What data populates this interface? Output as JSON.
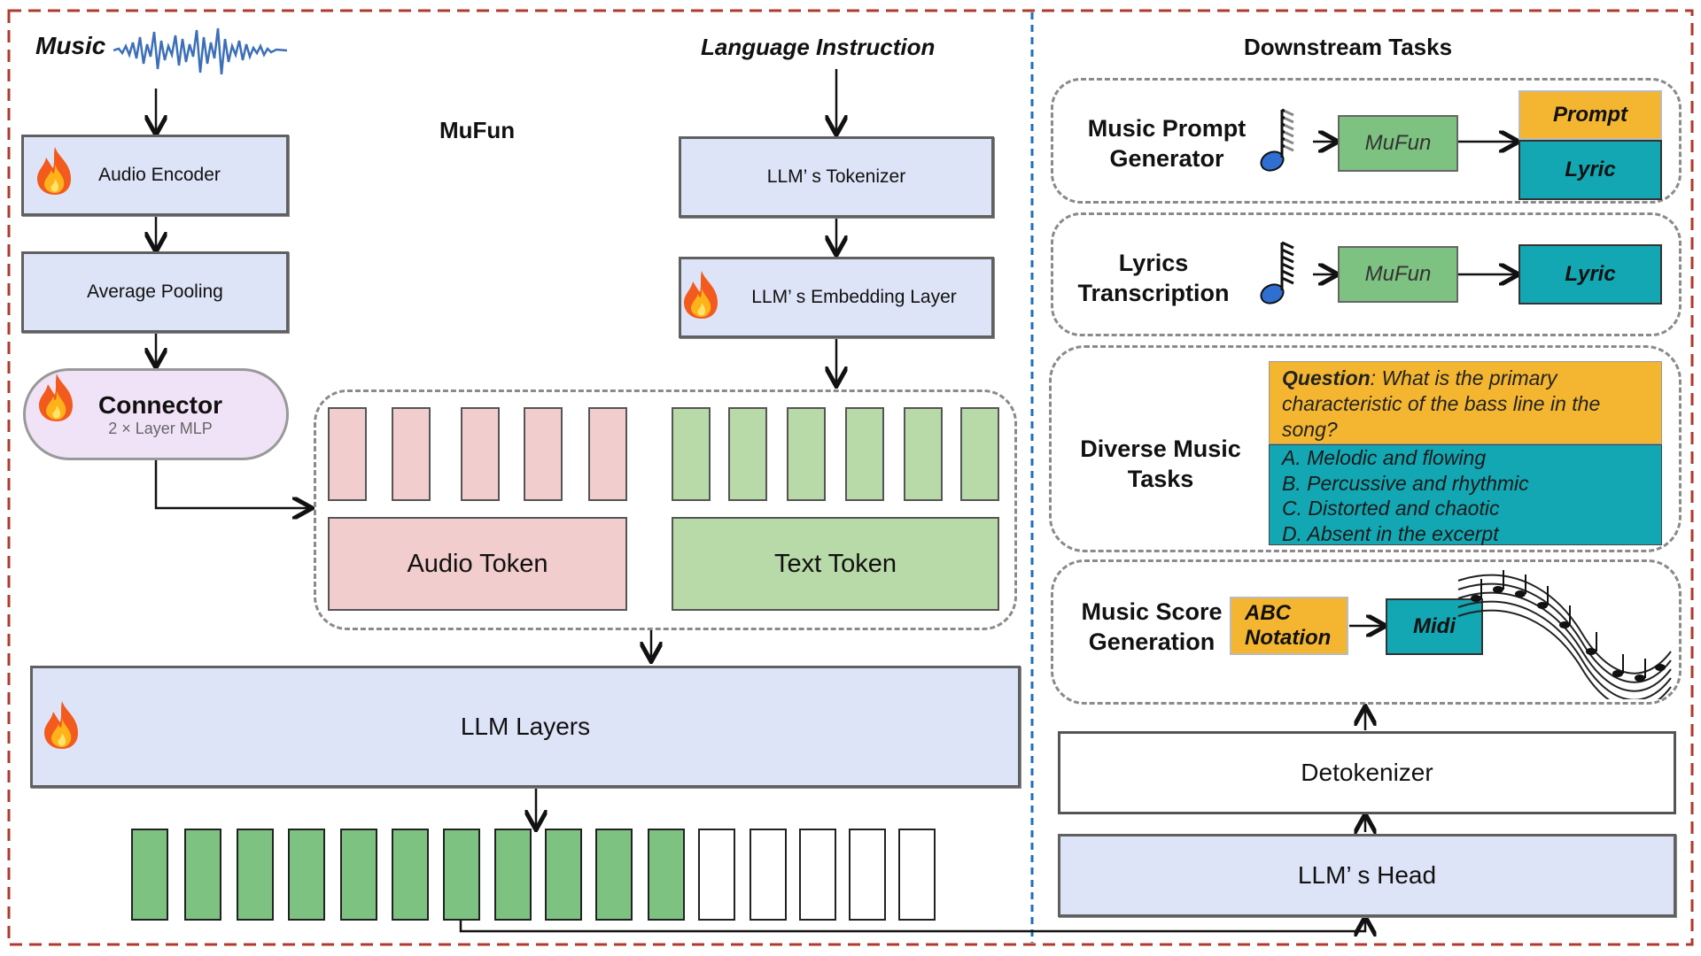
{
  "header": {
    "music": "Music",
    "language_instruction": "Language Instruction",
    "mufun": "MuFun",
    "downstream_tasks": "Downstream Tasks"
  },
  "encoder": {
    "audio_encoder": "Audio Encoder",
    "average_pooling": "Average Pooling",
    "connector": "Connector",
    "connector_sub": "2 × Layer MLP"
  },
  "text_path": {
    "tokenizer": "LLM’ s Tokenizer",
    "embedding": "LLM’ s Embedding Layer"
  },
  "tokens": {
    "audio_token": "Audio Token",
    "text_token": "Text Token",
    "audio_count": 5,
    "text_count": 6
  },
  "llm": {
    "layers": "LLM Layers",
    "detokenizer": "Detokenizer",
    "head": "LLM’ s Head",
    "output_filled": 11,
    "output_empty": 5
  },
  "tasks": {
    "prompt_generator": {
      "label": "Music Prompt Generator",
      "model": "MuFun",
      "out1": "Prompt",
      "out2": "Lyric"
    },
    "lyrics": {
      "label": "Lyrics Transcription",
      "model": "MuFun",
      "out": "Lyric"
    },
    "diverse": {
      "label": "Diverse Music Tasks",
      "question_prefix": "Question",
      "question_text": ": What is the primary characteristic of the bass line in the song?",
      "options": [
        "A. Melodic and flowing",
        "B. Percussive and rhythmic",
        "C. Distorted and chaotic",
        "D. Absent in the excerpt"
      ]
    },
    "score": {
      "label": "Music Score Generation",
      "abc": "ABC Notation",
      "midi": "Midi"
    }
  },
  "colors": {
    "outer_border": "#b03a2e",
    "divider": "#1f6fb8",
    "blue_box": "#dde4f7",
    "pink": "#f2cdcd",
    "green_light": "#b8d9a8",
    "green": "#7dc281",
    "teal": "#12a7b3",
    "orange": "#f4b630",
    "connector": "#f1e3f7"
  }
}
